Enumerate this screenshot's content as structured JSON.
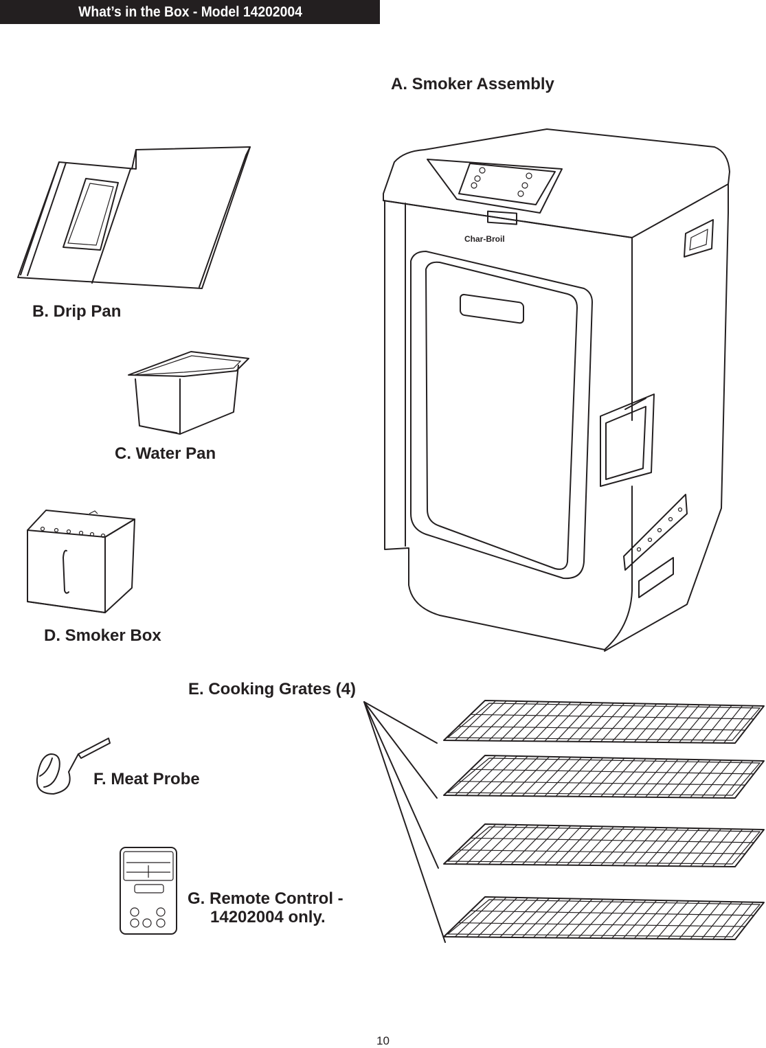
{
  "header": {
    "title": "What’s in the Box - Model 14202004"
  },
  "parts": [
    {
      "id": "A",
      "label": "A. Smoker Assembly"
    },
    {
      "id": "B",
      "label": "B. Drip Pan"
    },
    {
      "id": "C",
      "label": "C. Water Pan"
    },
    {
      "id": "D",
      "label": "D. Smoker Box"
    },
    {
      "id": "E",
      "label": "E. Cooking Grates (4)"
    },
    {
      "id": "F",
      "label": "F. Meat Probe"
    },
    {
      "id": "G",
      "label_line1": "G. Remote Control -",
      "label_line2": "14202004 only."
    }
  ],
  "brand_logo": "Char-Broil",
  "page_number": "10"
}
